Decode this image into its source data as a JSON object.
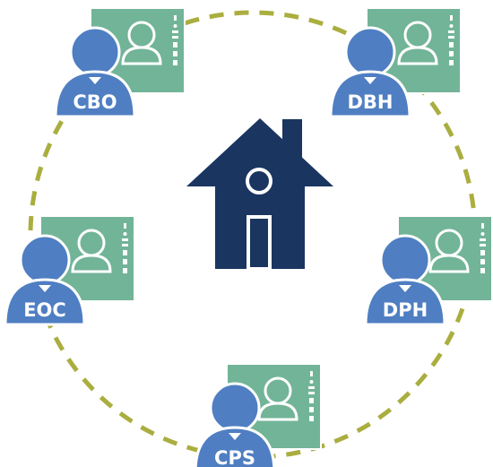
{
  "colors": {
    "ring": "#a9ae3f",
    "house": "#1a3560",
    "card": "#72b498",
    "card_outline": "#ffffff",
    "person": "#4f7fc2",
    "person_outline": "#ffffff"
  },
  "center": {
    "icon": "house-icon"
  },
  "nodes": [
    {
      "id": "cbo",
      "label": "CBO",
      "icon": "person-with-id-card-icon"
    },
    {
      "id": "dbh",
      "label": "DBH",
      "icon": "person-with-id-card-icon"
    },
    {
      "id": "eoc",
      "label": "EOC",
      "icon": "person-with-id-card-icon"
    },
    {
      "id": "dph",
      "label": "DPH",
      "icon": "person-with-id-card-icon"
    },
    {
      "id": "cps",
      "label": "CPS",
      "icon": "person-with-id-card-icon"
    }
  ]
}
